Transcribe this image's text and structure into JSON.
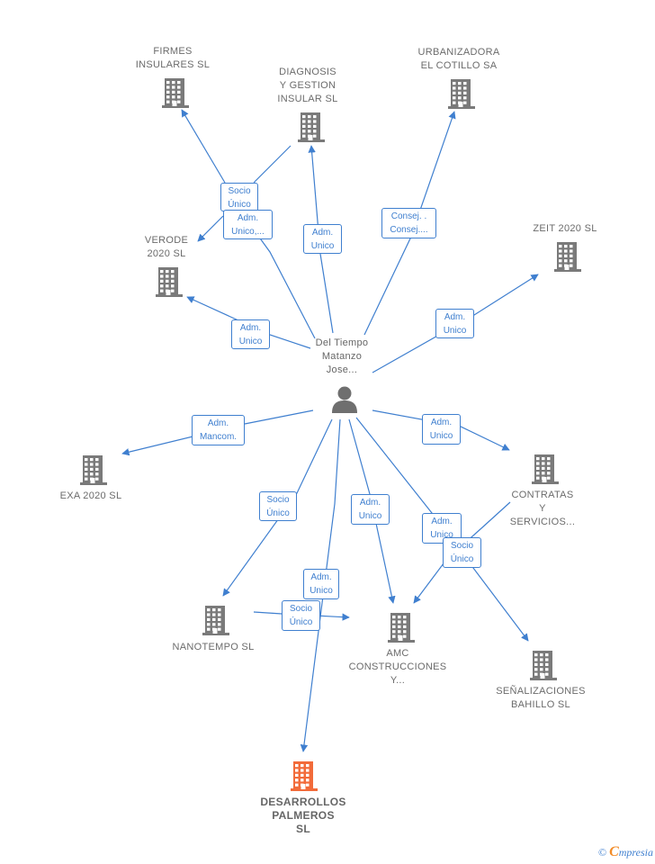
{
  "colors": {
    "edge": "#3f7fcf",
    "building": "#7a7a7a",
    "highlight_building": "#f26b3a",
    "person": "#6f6f6f"
  },
  "center": {
    "name": "Del Tiempo\nMatanzo\nJose...",
    "icon": "person-icon"
  },
  "companies": [
    {
      "id": "firmes",
      "name": "FIRMES\nINSULARES  SL",
      "icon": "building-icon",
      "highlight": false
    },
    {
      "id": "diagnosis",
      "name": "DIAGNOSIS\nY GESTION\nINSULAR SL",
      "icon": "building-icon",
      "highlight": false
    },
    {
      "id": "urbanizadora",
      "name": "URBANIZADORA\nEL COTILLO SA",
      "icon": "building-icon",
      "highlight": false
    },
    {
      "id": "verode",
      "name": "VERODE\n2020  SL",
      "icon": "building-icon",
      "highlight": false
    },
    {
      "id": "zeit",
      "name": "ZEIT 2020  SL",
      "icon": "building-icon",
      "highlight": false
    },
    {
      "id": "exa",
      "name": "EXA 2020  SL",
      "icon": "building-icon",
      "highlight": false
    },
    {
      "id": "contratas",
      "name": "CONTRATAS\nY\nSERVICIOS...",
      "icon": "building-icon",
      "highlight": false
    },
    {
      "id": "nanotempo",
      "name": "NANOTEMPO SL",
      "icon": "building-icon",
      "highlight": false
    },
    {
      "id": "amc",
      "name": "AMC\nCONSTRUCCIONES\nY...",
      "icon": "building-icon",
      "highlight": false
    },
    {
      "id": "senalizaciones",
      "name": "SEÑALIZACIONES\nBAHILLO  SL",
      "icon": "building-icon",
      "highlight": false
    },
    {
      "id": "desarrollos",
      "name": "DESARROLLOS\nPALMEROS\nSL",
      "icon": "building-icon",
      "highlight": true
    }
  ],
  "roles": [
    {
      "id": "r_socio_firmes",
      "label": "Socio\nÚnico"
    },
    {
      "id": "r_adm_verode",
      "label": "Adm.\nUnico,..."
    },
    {
      "id": "r_adm_diag",
      "label": "Adm.\nUnico"
    },
    {
      "id": "r_consej_urb",
      "label": "Consej. .\nConsej...."
    },
    {
      "id": "r_adm_verode2",
      "label": "Adm.\nUnico"
    },
    {
      "id": "r_adm_zeit",
      "label": "Adm.\nUnico"
    },
    {
      "id": "r_mancom_exa",
      "label": "Adm.\nMancom."
    },
    {
      "id": "r_adm_contratas",
      "label": "Adm.\nUnico"
    },
    {
      "id": "r_socio_nano",
      "label": "Socio\nÚnico"
    },
    {
      "id": "r_adm_amc",
      "label": "Adm.\nUnico"
    },
    {
      "id": "r_adm_senal",
      "label": "Adm.\nUnico"
    },
    {
      "id": "r_socio_amc",
      "label": "Socio\nÚnico"
    },
    {
      "id": "r_adm_desarr",
      "label": "Adm.\nUnico"
    },
    {
      "id": "r_socio_nano_amc",
      "label": "Socio\nÚnico"
    }
  ],
  "footer": {
    "copyright": "©",
    "brand_initial": "C",
    "brand_rest": "mpresia"
  }
}
